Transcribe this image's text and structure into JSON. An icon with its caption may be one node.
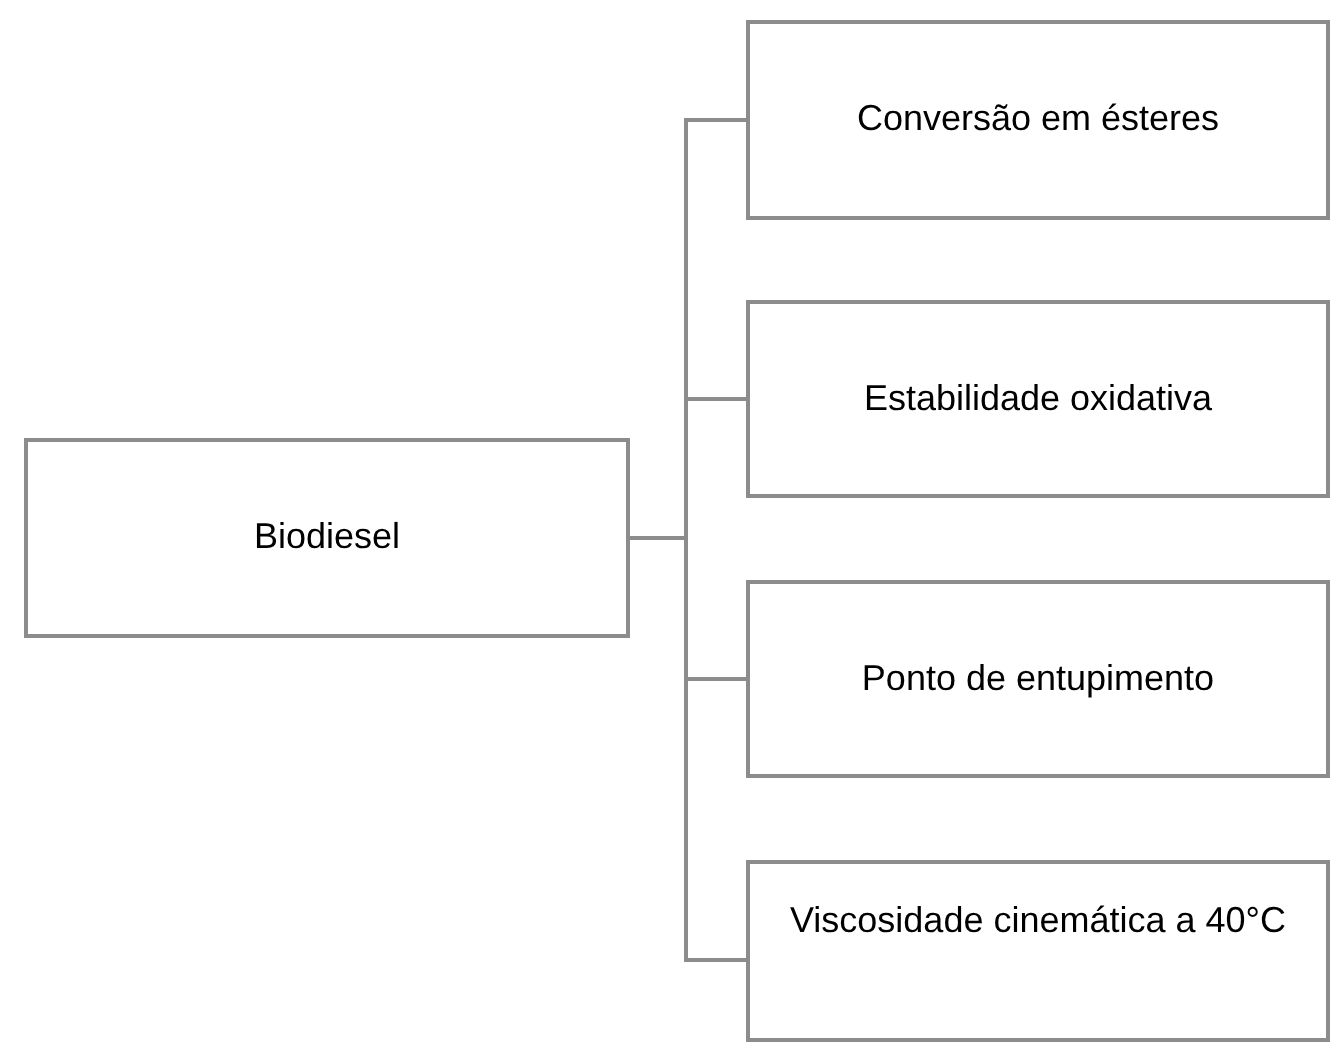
{
  "diagram": {
    "nodes": [
      {
        "text": [
          "Biodiesel"
        ]
      },
      {
        "text": [
          "Conversão em ésteres"
        ]
      },
      {
        "text": [
          "Estabilidade oxidativa"
        ]
      },
      {
        "text": [
          "Ponto de entupimento"
        ]
      },
      {
        "text": [
          "Viscosidade cinemática a 40°C"
        ]
      }
    ],
    "edges": [
      {
        "from": 0,
        "to": 1,
        "arrow": "none"
      },
      {
        "from": 0,
        "to": 2,
        "arrow": "none"
      },
      {
        "from": 0,
        "to": 3,
        "arrow": "none"
      },
      {
        "from": 0,
        "to": 4,
        "arrow": "none"
      }
    ]
  }
}
